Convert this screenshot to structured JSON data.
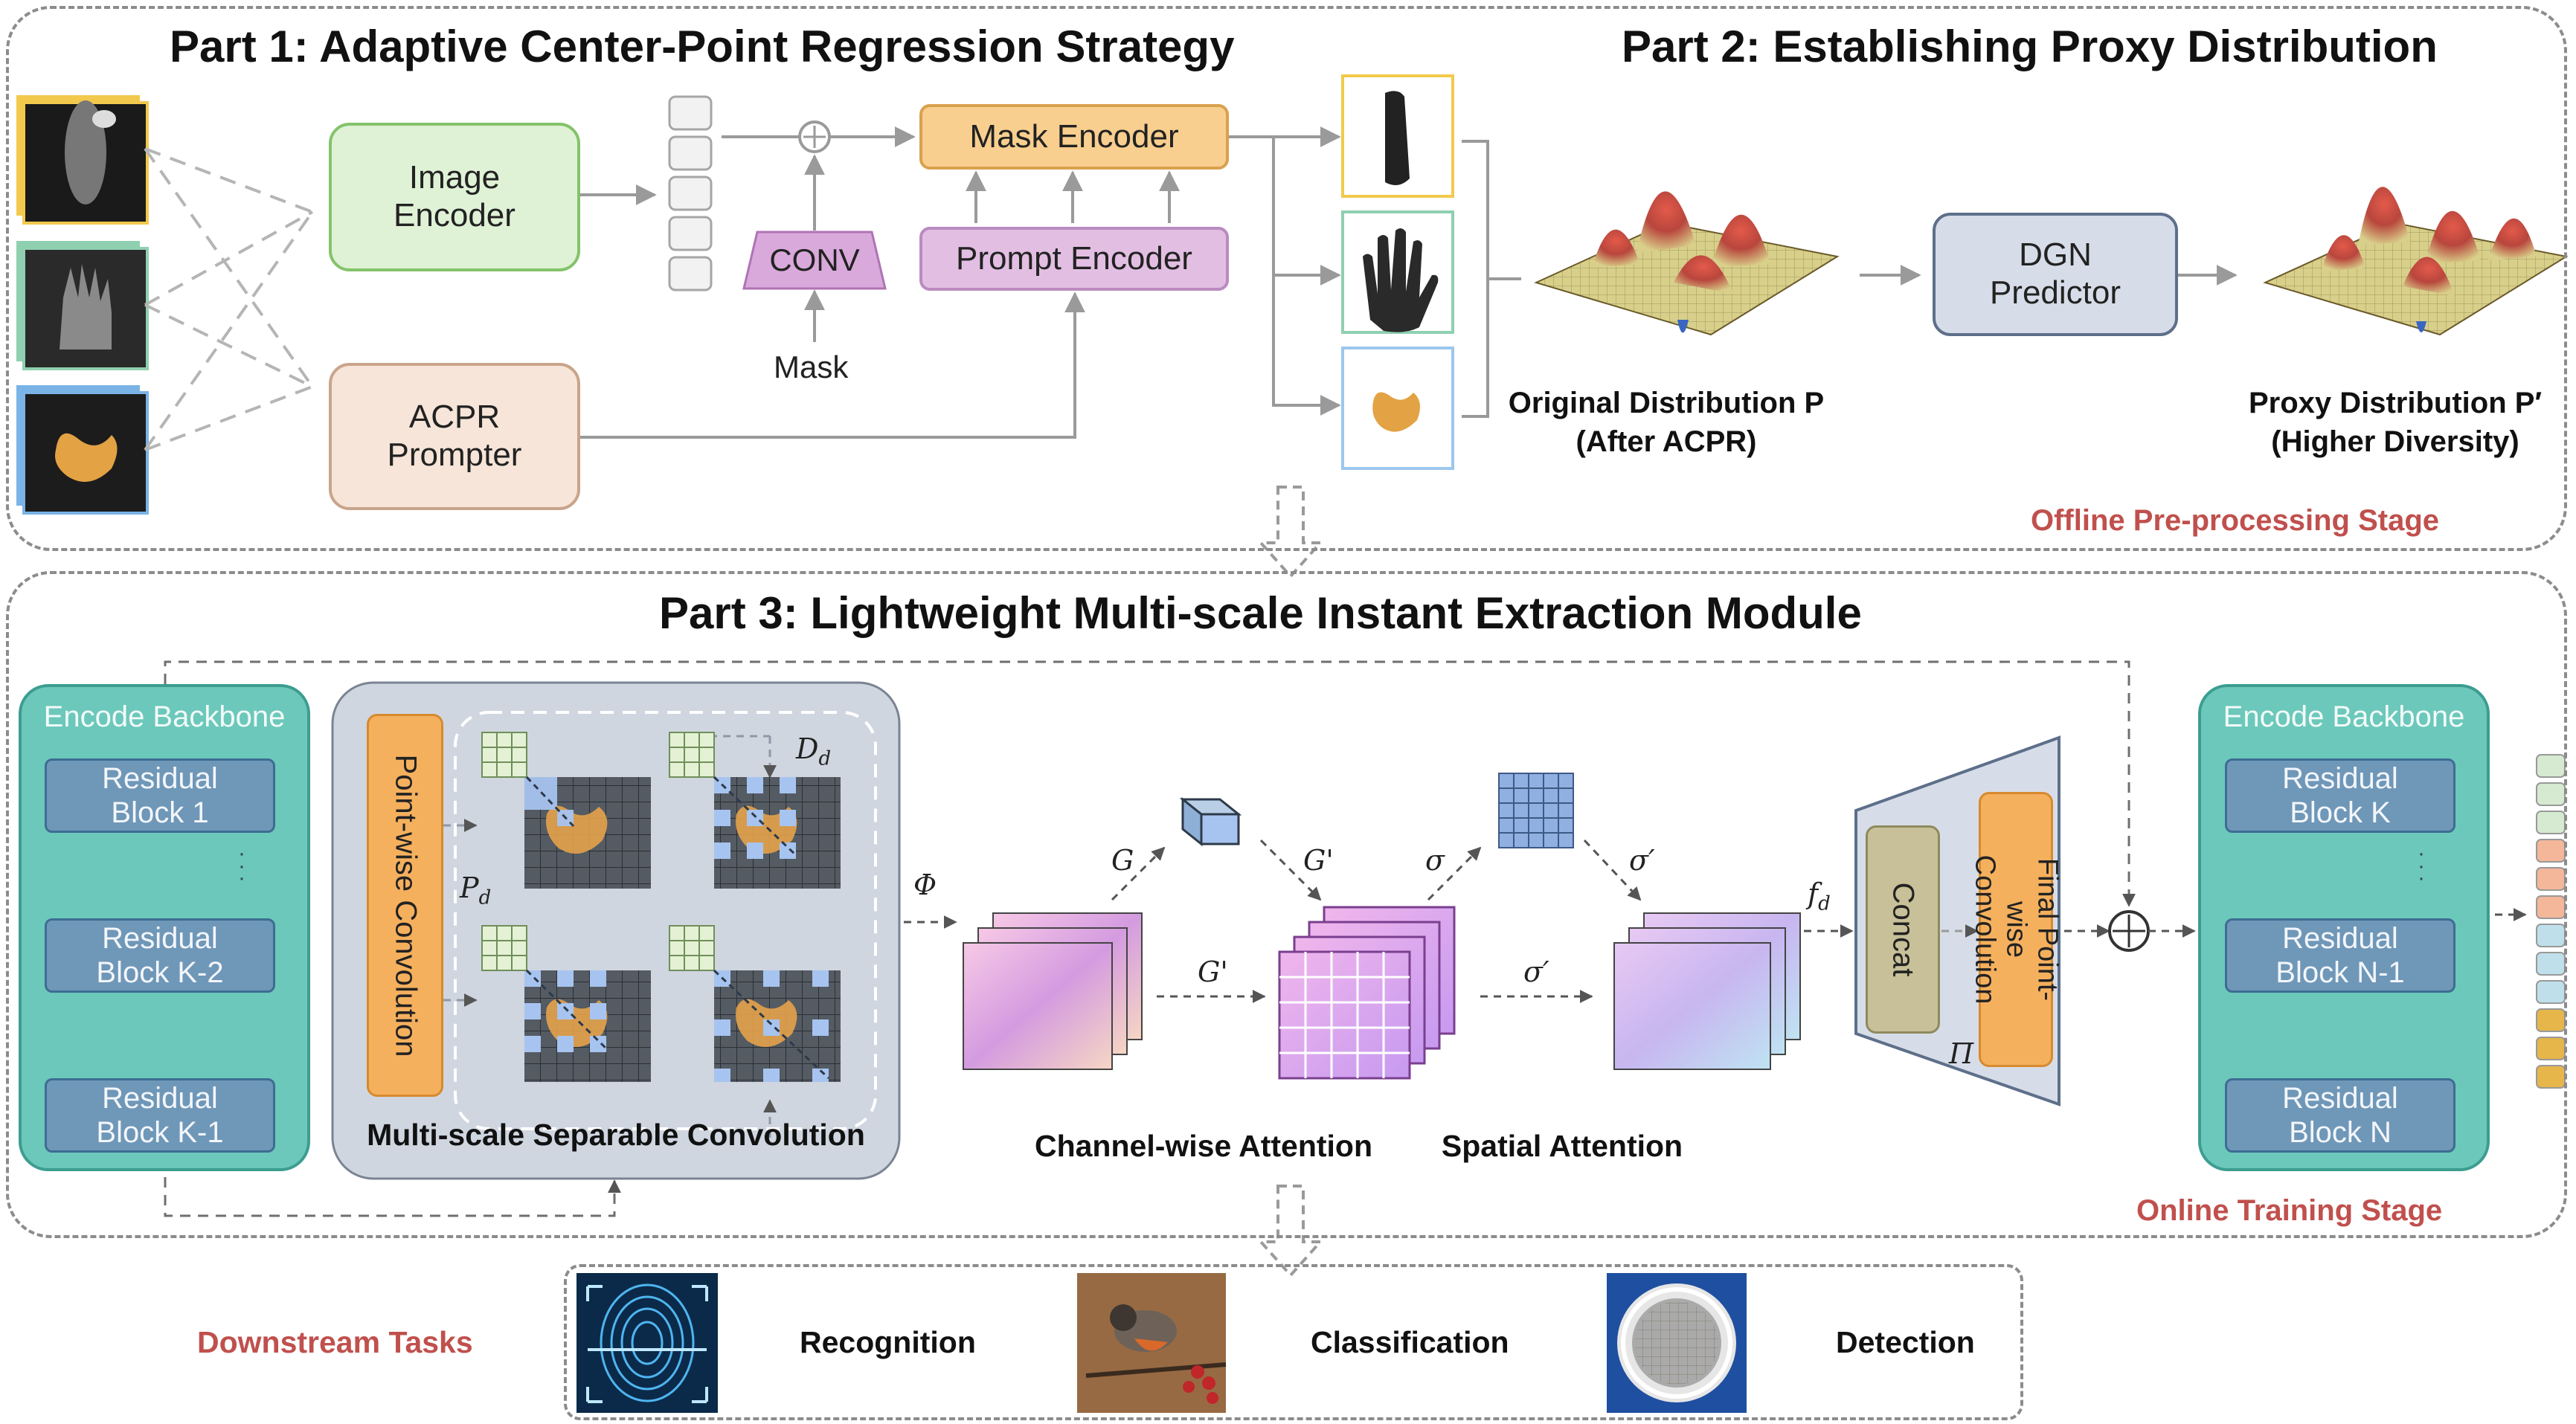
{
  "part1": {
    "title": "Part 1: Adaptive Center-Point Regression Strategy"
  },
  "part2": {
    "title": "Part 2: Establishing Proxy Distribution"
  },
  "part3": {
    "title": "Part 3: Lightweight Multi-scale Instant Extraction Module"
  },
  "stages": {
    "offline": "Offline Pre-processing Stage",
    "online": "Online Training Stage"
  },
  "modules": {
    "image_encoder": "Image\nEncoder",
    "acpr_prompter": "ACPR\nPrompter",
    "mask_encoder": "Mask Encoder",
    "prompt_encoder": "Prompt Encoder",
    "conv": "CONV",
    "mask_label": "Mask",
    "dgn_predictor": "DGN\nPredictor"
  },
  "distributions": {
    "original": "Original Distribution P\n(After ACPR)",
    "proxy": "Proxy Distribution P′\n(Higher Diversity)"
  },
  "backbone_left": {
    "title": "Encode Backbone",
    "blocks": [
      "Residual\nBlock 1",
      "Residual\nBlock K-2",
      "Residual\nBlock K-1"
    ],
    "dots": "·\n·\n·"
  },
  "backbone_right": {
    "title": "Encode Backbone",
    "blocks": [
      "Residual\nBlock K",
      "Residual\nBlock N-1",
      "Residual\nBlock N"
    ],
    "dots": "·\n·\n·"
  },
  "msc": {
    "pointwise": "Point-wise Convolution",
    "caption": "Multi-scale Separable Convolution",
    "pd": "P",
    "pd_sub": "d",
    "dd": "D",
    "dd_sub": "d"
  },
  "attention": {
    "phi": "Φ",
    "g": "G",
    "g_prime_top": "G'",
    "g_prime_mid": "G'",
    "sigma": "σ",
    "sigma_prime_top": "σ′",
    "sigma_prime_mid": "σ′",
    "fd": "f",
    "fd_sub": "d",
    "channel_caption": "Channel-wise Attention",
    "spatial_caption": "Spatial Attention"
  },
  "fusion": {
    "concat": "Concat",
    "final_pw": "Final Point-wise\nConvolution",
    "pi": "Π"
  },
  "downstream": {
    "label": "Downstream Tasks",
    "tasks": [
      "Recognition",
      "Classification",
      "Detection"
    ]
  },
  "colors": {
    "green_box": "#dff2d6",
    "beige_box": "#f6e5d8",
    "orange_box": "#f8cf8f",
    "purple_box": "#e2bfe2",
    "dgn_box": "#d7dde8",
    "teal_panel": "#6cc8bb",
    "block_blue": "#6f97b8",
    "stage_red": "#c0504d"
  }
}
